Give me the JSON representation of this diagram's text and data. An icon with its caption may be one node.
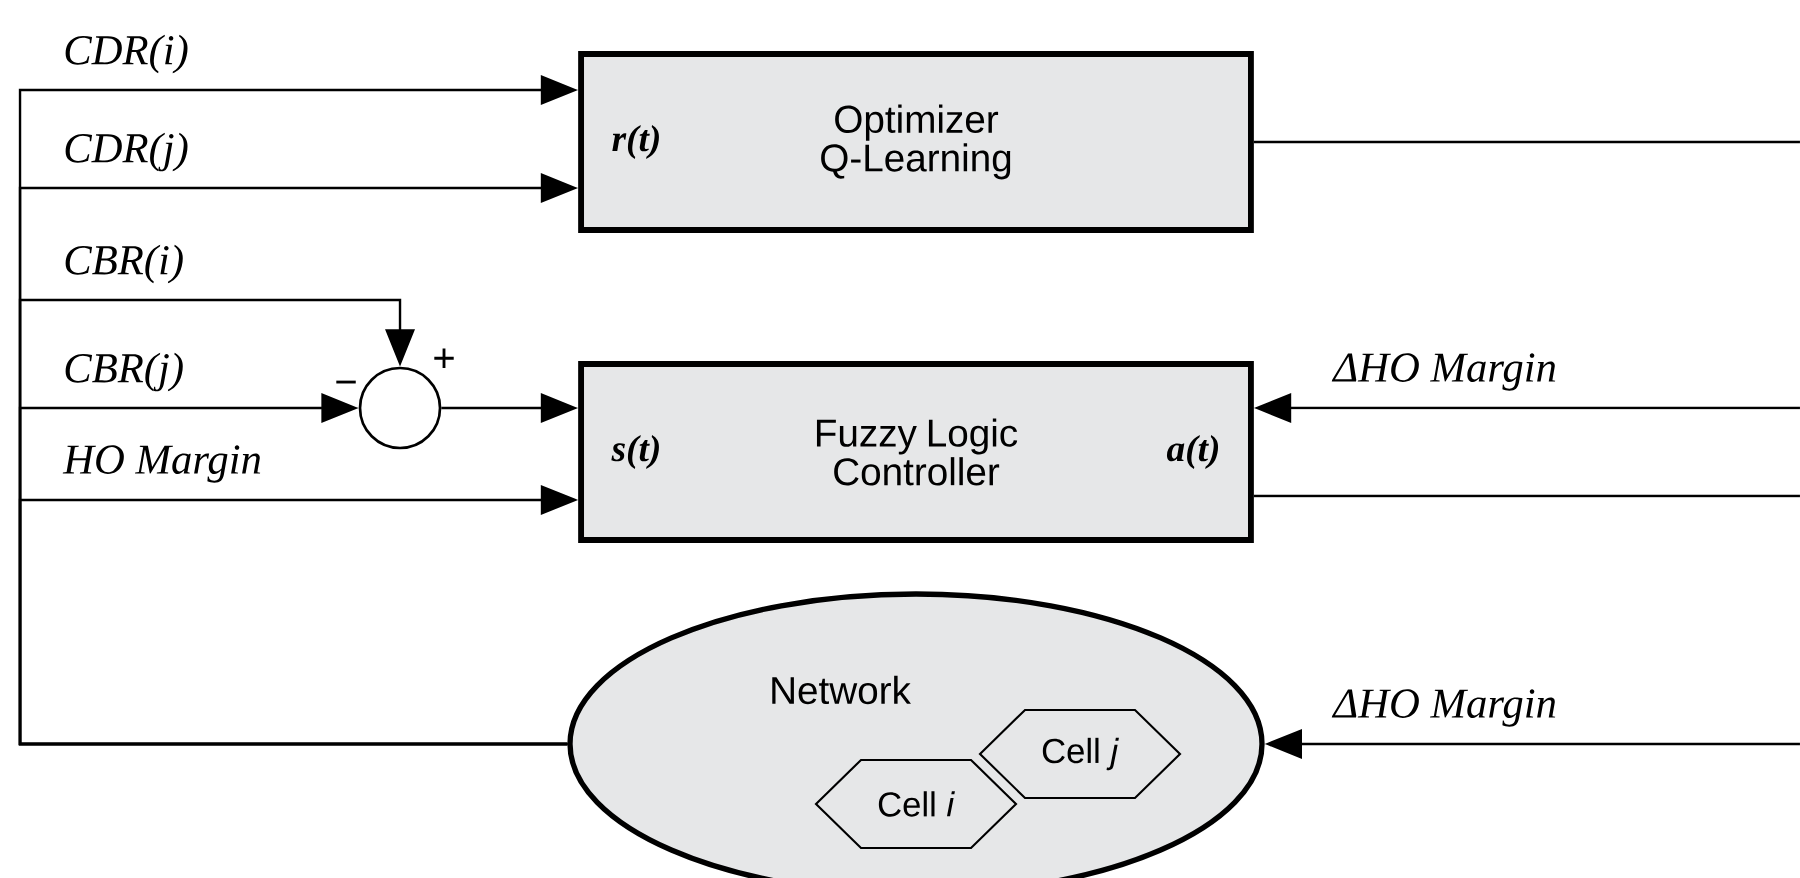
{
  "diagram": {
    "nodes": [
      {
        "text": [
          "r(t)",
          "Optimizer Q-Learning"
        ]
      },
      {
        "text": [
          "s(t)",
          "Fuzzy Logic Controller",
          "a(t)"
        ]
      },
      {
        "text": [],
        "shape": "circle",
        "beside": [
          "−",
          "+"
        ]
      },
      {
        "text": [
          "Network"
        ]
      },
      {
        "text": [
          "Cell *i*"
        ],
        "in": 3
      },
      {
        "text": [
          "Cell *j*"
        ],
        "in": 3
      }
    ],
    "edges": [
      {
        "from": 3,
        "to": 0,
        "arrow": "to",
        "label": "CDR(i)"
      },
      {
        "from": 3,
        "to": 0,
        "arrow": "to",
        "label": "CDR(j)"
      },
      {
        "from": 3,
        "to": 2,
        "arrow": "to",
        "label": "CBR(i)"
      },
      {
        "from": 3,
        "to": 2,
        "arrow": "to",
        "label": "CBR(j)"
      },
      {
        "from": 3,
        "to": 1,
        "arrow": "to",
        "label": "HO Margin"
      },
      {
        "from": 2,
        "to": 1,
        "arrow": "to"
      },
      {
        "from": 0,
        "to": null,
        "arrow": "none"
      },
      {
        "from": null,
        "to": 1,
        "arrow": "to",
        "label": "ΔHO Margin"
      },
      {
        "from": 1,
        "to": null,
        "arrow": "none"
      },
      {
        "from": null,
        "to": 3,
        "arrow": "to",
        "label": "ΔHO Margin"
      }
    ]
  }
}
